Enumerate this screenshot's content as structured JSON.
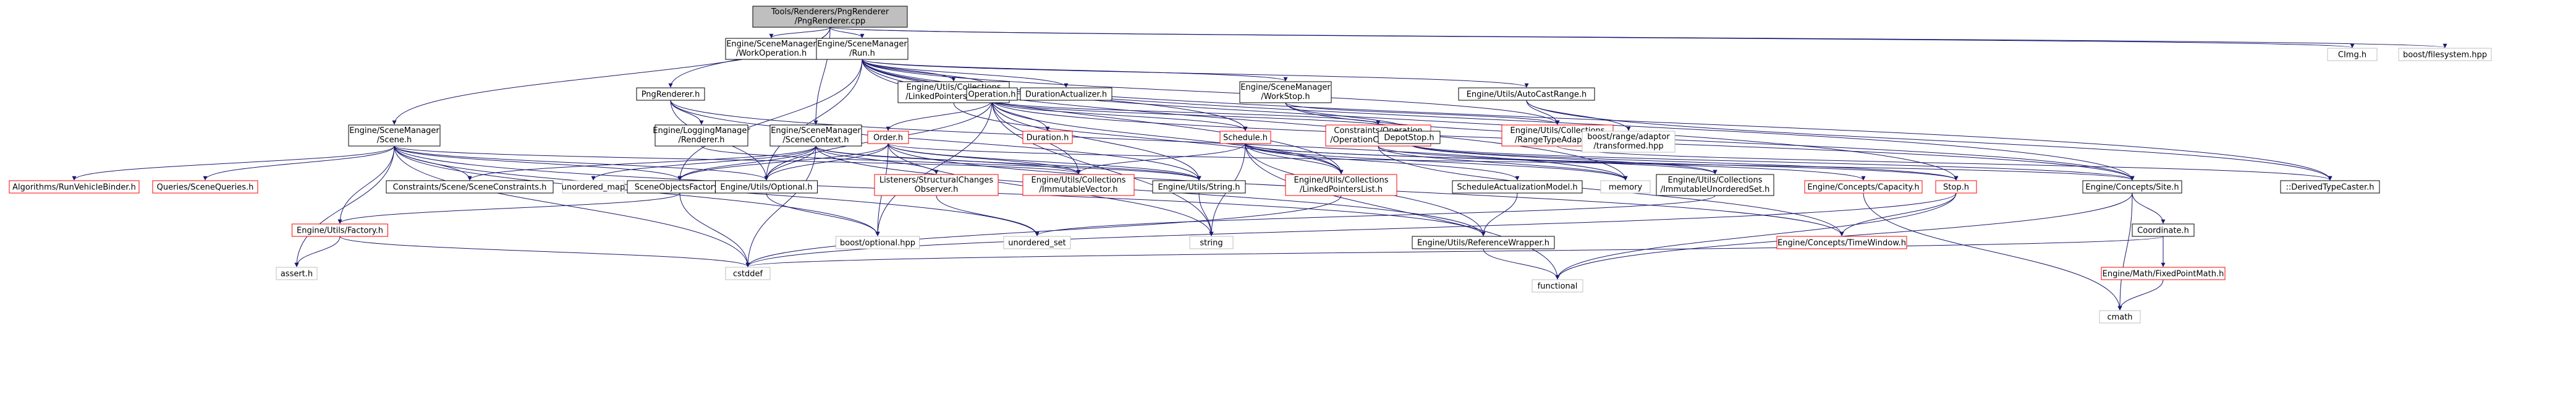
{
  "colors": {
    "edge": "#191970",
    "node_border_normal": "#000000",
    "node_border_link": "#bfbfbf",
    "node_border_error": "#ff0000",
    "node_fill_normal": "#ffffff",
    "node_fill_root": "#bfbfbf",
    "text": "#000000",
    "text_error": "#ff0000"
  },
  "diagram": {
    "type": "include-dependency-graph",
    "nodes": [
      {
        "id": "root",
        "lines": [
          "Tools/Renderers/PngRenderer",
          "/PngRenderer.cpp"
        ],
        "style": "root"
      },
      {
        "id": "workop",
        "lines": [
          "Engine/SceneManager",
          "/WorkOperation.h"
        ],
        "style": "normal"
      },
      {
        "id": "runh",
        "lines": [
          "Engine/SceneManager",
          "/Run.h"
        ],
        "style": "normal"
      },
      {
        "id": "cimg",
        "lines": [
          "CImg.h"
        ],
        "style": "gray"
      },
      {
        "id": "bfs",
        "lines": [
          "boost/filesystem.hpp"
        ],
        "style": "gray"
      },
      {
        "id": "pngr",
        "lines": [
          "PngRenderer.h"
        ],
        "style": "normal"
      },
      {
        "id": "lpsub",
        "lines": [
          "Engine/Utils/Collections",
          "/LinkedPointersSublist.h"
        ],
        "style": "normal"
      },
      {
        "id": "opeh",
        "lines": [
          "Operation.h"
        ],
        "style": "normal"
      },
      {
        "id": "duract",
        "lines": [
          "DurationActualizer.h"
        ],
        "style": "normal"
      },
      {
        "id": "workstop",
        "lines": [
          "Engine/SceneManager",
          "/WorkStop.h"
        ],
        "style": "normal"
      },
      {
        "id": "autocast",
        "lines": [
          "Engine/Utils/AutoCastRange.h"
        ],
        "style": "normal"
      },
      {
        "id": "scene",
        "lines": [
          "Engine/SceneManager",
          "/Scene.h"
        ],
        "style": "normal"
      },
      {
        "id": "scenectx",
        "lines": [
          "Engine/SceneManager",
          "/SceneContext.h"
        ],
        "style": "normal"
      },
      {
        "id": "logren",
        "lines": [
          "Engine/LoggingManager",
          "/Renderer.h"
        ],
        "style": "normal"
      },
      {
        "id": "order",
        "lines": [
          "Order.h"
        ],
        "style": "error"
      },
      {
        "id": "duration",
        "lines": [
          "Duration.h"
        ],
        "style": "error"
      },
      {
        "id": "schedule",
        "lines": [
          "Schedule.h"
        ],
        "style": "error"
      },
      {
        "id": "constraints",
        "lines": [
          "Constraints/Operation",
          "/OperationConstraints.h"
        ],
        "style": "error"
      },
      {
        "id": "depot",
        "lines": [
          "DepotStop.h"
        ],
        "style": "normal"
      },
      {
        "id": "rangeadapt",
        "lines": [
          "Engine/Utils/Collections",
          "/RangeTypeAdapter.h"
        ],
        "style": "error"
      },
      {
        "id": "boostrange",
        "lines": [
          "boost/range/adaptor",
          "/transformed.hpp"
        ],
        "style": "gray"
      },
      {
        "id": "algo",
        "lines": [
          "Algorithms/RunVehicleBinder.h"
        ],
        "style": "error"
      },
      {
        "id": "queries",
        "lines": [
          "Queries/SceneQueries.h"
        ],
        "style": "error"
      },
      {
        "id": "sceneconstr",
        "lines": [
          "Constraints/Scene/SceneConstraints.h"
        ],
        "style": "normal"
      },
      {
        "id": "umap",
        "lines": [
          "unordered_map"
        ],
        "style": "gray"
      },
      {
        "id": "sof",
        "lines": [
          "SceneObjectsFactory.h"
        ],
        "style": "normal"
      },
      {
        "id": "optional",
        "lines": [
          "Engine/Utils/Optional.h"
        ],
        "style": "normal"
      },
      {
        "id": "listeners",
        "lines": [
          "Listeners/StructuralChanges",
          "Observer.h"
        ],
        "style": "error"
      },
      {
        "id": "immvec",
        "lines": [
          "Engine/Utils/Collections",
          "/ImmutableVector.h"
        ],
        "style": "error"
      },
      {
        "id": "ustring",
        "lines": [
          "Engine/Utils/String.h"
        ],
        "style": "normal"
      },
      {
        "id": "lplist",
        "lines": [
          "Engine/Utils/Collections",
          "/LinkedPointersList.h"
        ],
        "style": "error"
      },
      {
        "id": "schedact",
        "lines": [
          "ScheduleActualizationModel.h"
        ],
        "style": "normal"
      },
      {
        "id": "memory",
        "lines": [
          "memory"
        ],
        "style": "gray"
      },
      {
        "id": "immuset",
        "lines": [
          "Engine/Utils/Collections",
          "/ImmutableUnorderedSet.h"
        ],
        "style": "normal"
      },
      {
        "id": "capacity",
        "lines": [
          "Engine/Concepts/Capacity.h"
        ],
        "style": "error"
      },
      {
        "id": "stoph",
        "lines": [
          "Stop.h"
        ],
        "style": "error"
      },
      {
        "id": "site",
        "lines": [
          "Engine/Concepts/Site.h"
        ],
        "style": "normal"
      },
      {
        "id": "derived",
        "lines": [
          "::DerivedTypeCaster.h"
        ],
        "style": "normal"
      },
      {
        "id": "factory",
        "lines": [
          "Engine/Utils/Factory.h"
        ],
        "style": "error"
      },
      {
        "id": "boptional",
        "lines": [
          "boost/optional.hpp"
        ],
        "style": "gray"
      },
      {
        "id": "uset",
        "lines": [
          "unordered_set"
        ],
        "style": "gray"
      },
      {
        "id": "refwrap",
        "lines": [
          "Engine/Utils/ReferenceWrapper.h"
        ],
        "style": "normal"
      },
      {
        "id": "string",
        "lines": [
          "string"
        ],
        "style": "gray"
      },
      {
        "id": "timewin",
        "lines": [
          "Engine/Concepts/TimeWindow.h"
        ],
        "style": "error"
      },
      {
        "id": "coord",
        "lines": [
          "Coordinate.h"
        ],
        "style": "normal"
      },
      {
        "id": "assert",
        "lines": [
          "assert.h"
        ],
        "style": "gray"
      },
      {
        "id": "cstddef",
        "lines": [
          "cstddef"
        ],
        "style": "gray"
      },
      {
        "id": "functional",
        "lines": [
          "functional"
        ],
        "style": "gray"
      },
      {
        "id": "fixedpt",
        "lines": [
          "Engine/Math/FixedPointMath.h"
        ],
        "style": "error"
      },
      {
        "id": "cmath",
        "lines": [
          "cmath"
        ],
        "style": "gray"
      }
    ],
    "edges": [
      [
        "root",
        "workop"
      ],
      [
        "root",
        "runh"
      ],
      [
        "root",
        "cimg"
      ],
      [
        "root",
        "bfs"
      ],
      [
        "root",
        "pngr"
      ],
      [
        "root",
        "scene"
      ],
      [
        "root",
        "scenectx"
      ],
      [
        "runh",
        "lpsub"
      ],
      [
        "runh",
        "opeh"
      ],
      [
        "runh",
        "duract"
      ],
      [
        "runh",
        "workstop"
      ],
      [
        "runh",
        "autocast"
      ],
      [
        "runh",
        "schedule"
      ],
      [
        "runh",
        "memory"
      ],
      [
        "runh",
        "rangeadapt"
      ],
      [
        "runh",
        "site"
      ],
      [
        "runh",
        "derived"
      ],
      [
        "runh",
        "stoph"
      ],
      [
        "runh",
        "sof"
      ],
      [
        "runh",
        "lplist"
      ],
      [
        "runh",
        "optional"
      ],
      [
        "pngr",
        "logren"
      ],
      [
        "pngr",
        "optional"
      ],
      [
        "pngr",
        "ustring"
      ],
      [
        "pngr",
        "memory"
      ],
      [
        "lpsub",
        "lplist"
      ],
      [
        "opeh",
        "order"
      ],
      [
        "opeh",
        "duration"
      ],
      [
        "opeh",
        "schedule"
      ],
      [
        "opeh",
        "constraints"
      ],
      [
        "opeh",
        "depot"
      ],
      [
        "opeh",
        "optional"
      ],
      [
        "opeh",
        "ustring"
      ],
      [
        "opeh",
        "lplist"
      ],
      [
        "opeh",
        "immvec"
      ],
      [
        "opeh",
        "site"
      ],
      [
        "opeh",
        "string"
      ],
      [
        "opeh",
        "boptional"
      ],
      [
        "workstop",
        "depot"
      ],
      [
        "workstop",
        "rangeadapt"
      ],
      [
        "workstop",
        "site"
      ],
      [
        "autocast",
        "rangeadapt"
      ],
      [
        "autocast",
        "boostrange"
      ],
      [
        "autocast",
        "derived"
      ],
      [
        "rangeadapt",
        "derived"
      ],
      [
        "scene",
        "algo"
      ],
      [
        "scene",
        "queries"
      ],
      [
        "scene",
        "sceneconstr"
      ],
      [
        "scene",
        "sof"
      ],
      [
        "scene",
        "optional"
      ],
      [
        "scene",
        "immvec"
      ],
      [
        "scene",
        "factory"
      ],
      [
        "scene",
        "assert"
      ],
      [
        "scene",
        "cstddef"
      ],
      [
        "scene",
        "uset"
      ],
      [
        "scene",
        "refwrap"
      ],
      [
        "scene",
        "boptional"
      ],
      [
        "scenectx",
        "sceneconstr"
      ],
      [
        "scenectx",
        "umap"
      ],
      [
        "scenectx",
        "sof"
      ],
      [
        "scenectx",
        "optional"
      ],
      [
        "scenectx",
        "immvec"
      ],
      [
        "scenectx",
        "ustring"
      ],
      [
        "scenectx",
        "cstddef"
      ],
      [
        "scenectx",
        "listeners"
      ],
      [
        "scenectx",
        "refwrap"
      ],
      [
        "logren",
        "ustring"
      ],
      [
        "order",
        "sof"
      ],
      [
        "order",
        "optional"
      ],
      [
        "order",
        "immvec"
      ],
      [
        "order",
        "ustring"
      ],
      [
        "order",
        "site"
      ],
      [
        "order",
        "timewin"
      ],
      [
        "order",
        "string"
      ],
      [
        "order",
        "boptional"
      ],
      [
        "schedule",
        "schedact"
      ],
      [
        "schedule",
        "memory"
      ],
      [
        "schedule",
        "immuset"
      ],
      [
        "schedule",
        "lplist"
      ],
      [
        "schedule",
        "stoph"
      ],
      [
        "schedule",
        "immvec"
      ],
      [
        "schedule",
        "functional"
      ],
      [
        "schedule",
        "string"
      ],
      [
        "schedule",
        "refwrap"
      ],
      [
        "constraints",
        "capacity"
      ],
      [
        "constraints",
        "timewin"
      ],
      [
        "constraints",
        "memory"
      ],
      [
        "depot",
        "stoph"
      ],
      [
        "depot",
        "site"
      ],
      [
        "depot",
        "immuset"
      ],
      [
        "sof",
        "factory"
      ],
      [
        "sof",
        "cstddef"
      ],
      [
        "optional",
        "boptional"
      ],
      [
        "listeners",
        "uset"
      ],
      [
        "ustring",
        "string"
      ],
      [
        "lplist",
        "cstddef"
      ],
      [
        "schedact",
        "refwrap"
      ],
      [
        "immuset",
        "uset"
      ],
      [
        "capacity",
        "cmath"
      ],
      [
        "stoph",
        "timewin"
      ],
      [
        "stoph",
        "cstddef"
      ],
      [
        "stoph",
        "functional"
      ],
      [
        "site",
        "coord"
      ],
      [
        "site",
        "cmath"
      ],
      [
        "site",
        "functional"
      ],
      [
        "factory",
        "assert"
      ],
      [
        "factory",
        "cstddef"
      ],
      [
        "refwrap",
        "functional"
      ],
      [
        "coord",
        "fixedpt"
      ],
      [
        "coord",
        "cstddef"
      ],
      [
        "fixedpt",
        "cmath"
      ]
    ]
  }
}
